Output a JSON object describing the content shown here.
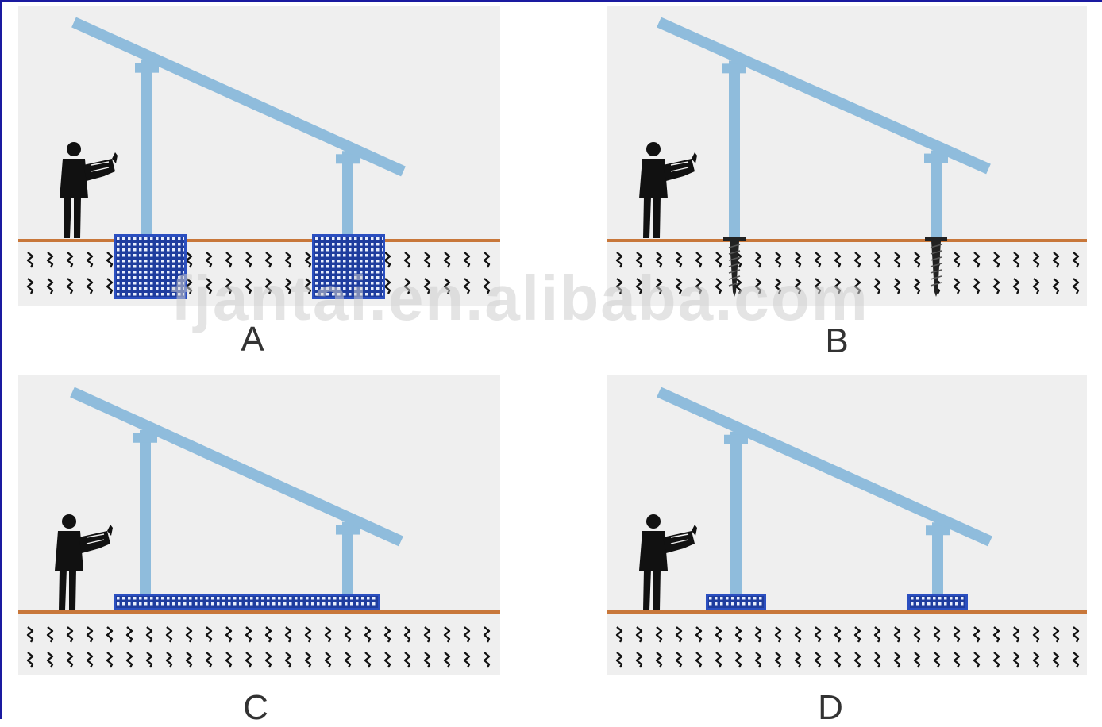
{
  "panels": [
    {
      "id": "A",
      "label": "A",
      "foundation": "large-concrete-block"
    },
    {
      "id": "B",
      "label": "B",
      "foundation": "ground-screw"
    },
    {
      "id": "C",
      "label": "C",
      "foundation": "continuous-ground-beam"
    },
    {
      "id": "D",
      "label": "D",
      "foundation": "surface-pad"
    }
  ],
  "watermark": "fjantai.en.alibaba.com",
  "colors": {
    "frame_border": "#1a1aa0",
    "panel_background": "#efefef",
    "structure": "#8fbcdc",
    "ground_line": "#c8773a",
    "foundation": "#1f3d9e",
    "soil_marks": "#111111",
    "figure": "#111111"
  },
  "icons": [
    "person-reading-plan-icon",
    "soil-texture-icon"
  ]
}
